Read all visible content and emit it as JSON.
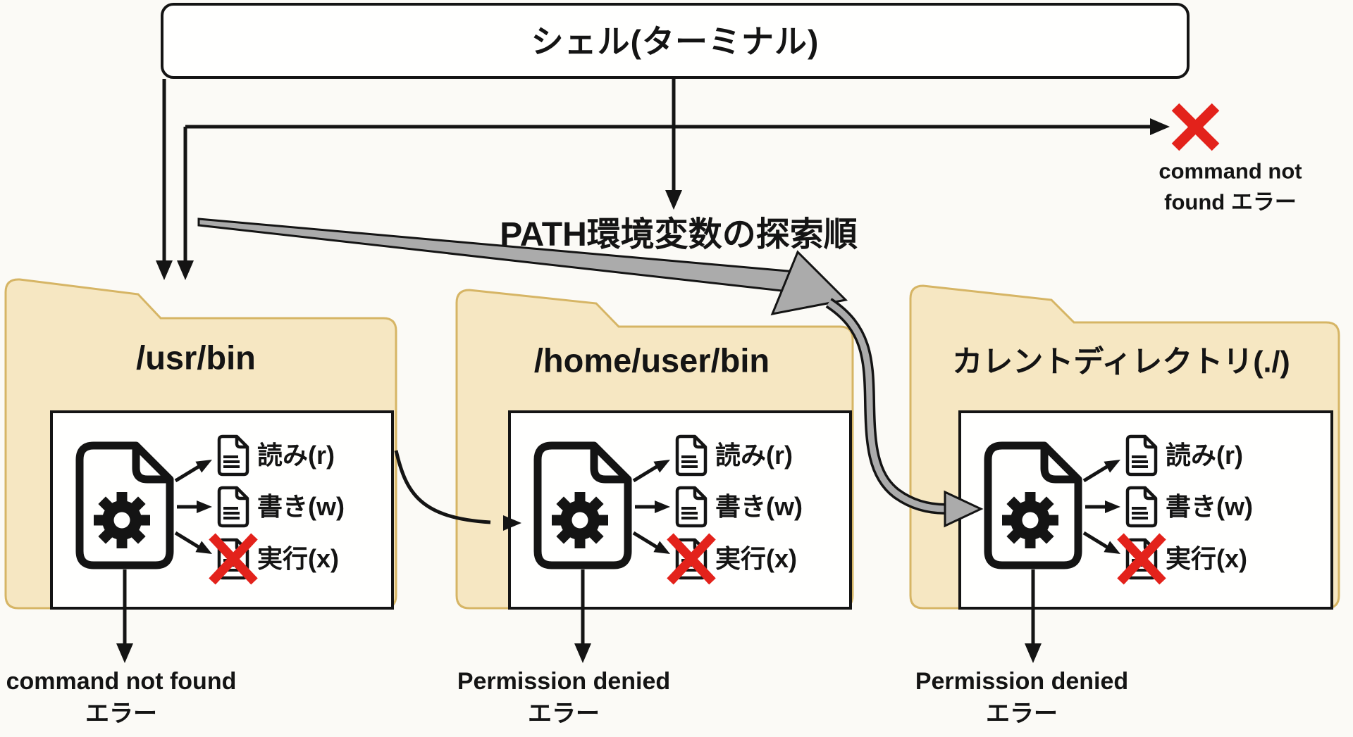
{
  "shell": {
    "label": "シェル(ターミナル)"
  },
  "path_search_label": "PATH環境変数の探索順",
  "top_right_error": {
    "line1": "command not",
    "line2": "found エラー"
  },
  "folders": [
    {
      "name": "/usr/bin",
      "permissions": [
        {
          "label": "読み(r)",
          "denied": false
        },
        {
          "label": "書き(w)",
          "denied": false
        },
        {
          "label": "実行(x)",
          "denied": true
        }
      ],
      "error": {
        "line1": "command not found",
        "line2": "エラー"
      }
    },
    {
      "name": "/home/user/bin",
      "permissions": [
        {
          "label": "読み(r)",
          "denied": false
        },
        {
          "label": "書き(w)",
          "denied": false
        },
        {
          "label": "実行(x)",
          "denied": true
        }
      ],
      "error": {
        "line1": "Permission denied",
        "line2": "エラー"
      }
    },
    {
      "name": "カレントディレクトリ(./)",
      "permissions": [
        {
          "label": "読み(r)",
          "denied": false
        },
        {
          "label": "書き(w)",
          "denied": false
        },
        {
          "label": "実行(x)",
          "denied": true
        }
      ],
      "error": {
        "line1": "Permission denied",
        "line2": "エラー"
      }
    }
  ],
  "icons": {
    "executable_file": "gear-file-icon",
    "permission_file": "document-icon",
    "denied": "red-x-icon",
    "flow": "arrow-icon"
  },
  "colors": {
    "background": "#fbfaf6",
    "ink": "#141414",
    "folder_fill": "#f6e7c2",
    "folder_border": "#d6b565",
    "box_fill": "#fffffe",
    "error_red": "#e3221b",
    "path_arrow_gray": "#ababab"
  }
}
